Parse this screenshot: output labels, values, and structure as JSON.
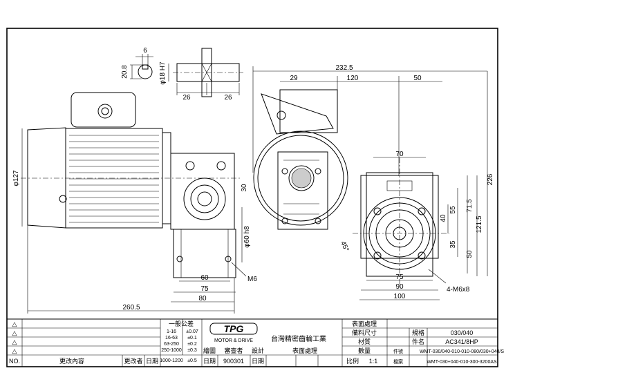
{
  "dimensions": {
    "d232_5": "232.5",
    "d29": "29",
    "d120": "120",
    "d50_top": "50",
    "d226": "226",
    "d121_5": "121.5",
    "d71_5": "71.5",
    "d55": "55",
    "d40": "40",
    "d35": "35",
    "d50_right": "50",
    "d70": "70",
    "d75_right": "75",
    "d90": "90",
    "d100": "100",
    "m4_m6x8": "4-M6x8",
    "d45": "45°",
    "d30": "30",
    "phi60h8": "φ60 h8",
    "m6": "M6",
    "d60": "60",
    "d75_left": "75",
    "d80": "80",
    "d260_5": "260.5",
    "phi127": "φ127",
    "phi18h7": "φ18 H7",
    "d20_8": "20.8",
    "d6": "6",
    "d26a": "26",
    "d26b": "26"
  },
  "title_block": {
    "revision_marks": [
      "△",
      "△",
      "△",
      "△"
    ],
    "no_label": "NO.",
    "change_content": "更改內容",
    "changer": "更改者",
    "date": "日期",
    "tolerance_title": "一般公差",
    "tolerance_rows": [
      {
        "range": "1-16",
        "tol": "±0.07"
      },
      {
        "range": "16-63",
        "tol": "±0.1"
      },
      {
        "range": "63-250",
        "tol": "±0.2"
      },
      {
        "range": "250-1000",
        "tol": "±0.3"
      },
      {
        "range": "1000-1200",
        "tol": "±0.5"
      }
    ],
    "logo_text": "TPG",
    "logo_sub": "MOTOR & DRIVE",
    "company": "台灣精密齒輪工業",
    "draw": "繪圖",
    "checker": "審查者",
    "design": "設計",
    "date_label": "日期",
    "date_value": "900301",
    "date2": "日期",
    "surface": "表面處理",
    "tolerance_dim": "備料尺寸",
    "material": "材質",
    "unit": "數量",
    "ratio_label": "比例",
    "ratio_value": "1:1",
    "spec_label": "規格",
    "spec_value": "030/040",
    "part_label": "件名",
    "part_value": "AC341/8HP",
    "part_no_label": "件號",
    "part_no_value": "WMT-030/040-010-010-080/030+040/S",
    "file_label": "檔案",
    "file_value": "WMT-030+040-010-300-3200AS"
  }
}
